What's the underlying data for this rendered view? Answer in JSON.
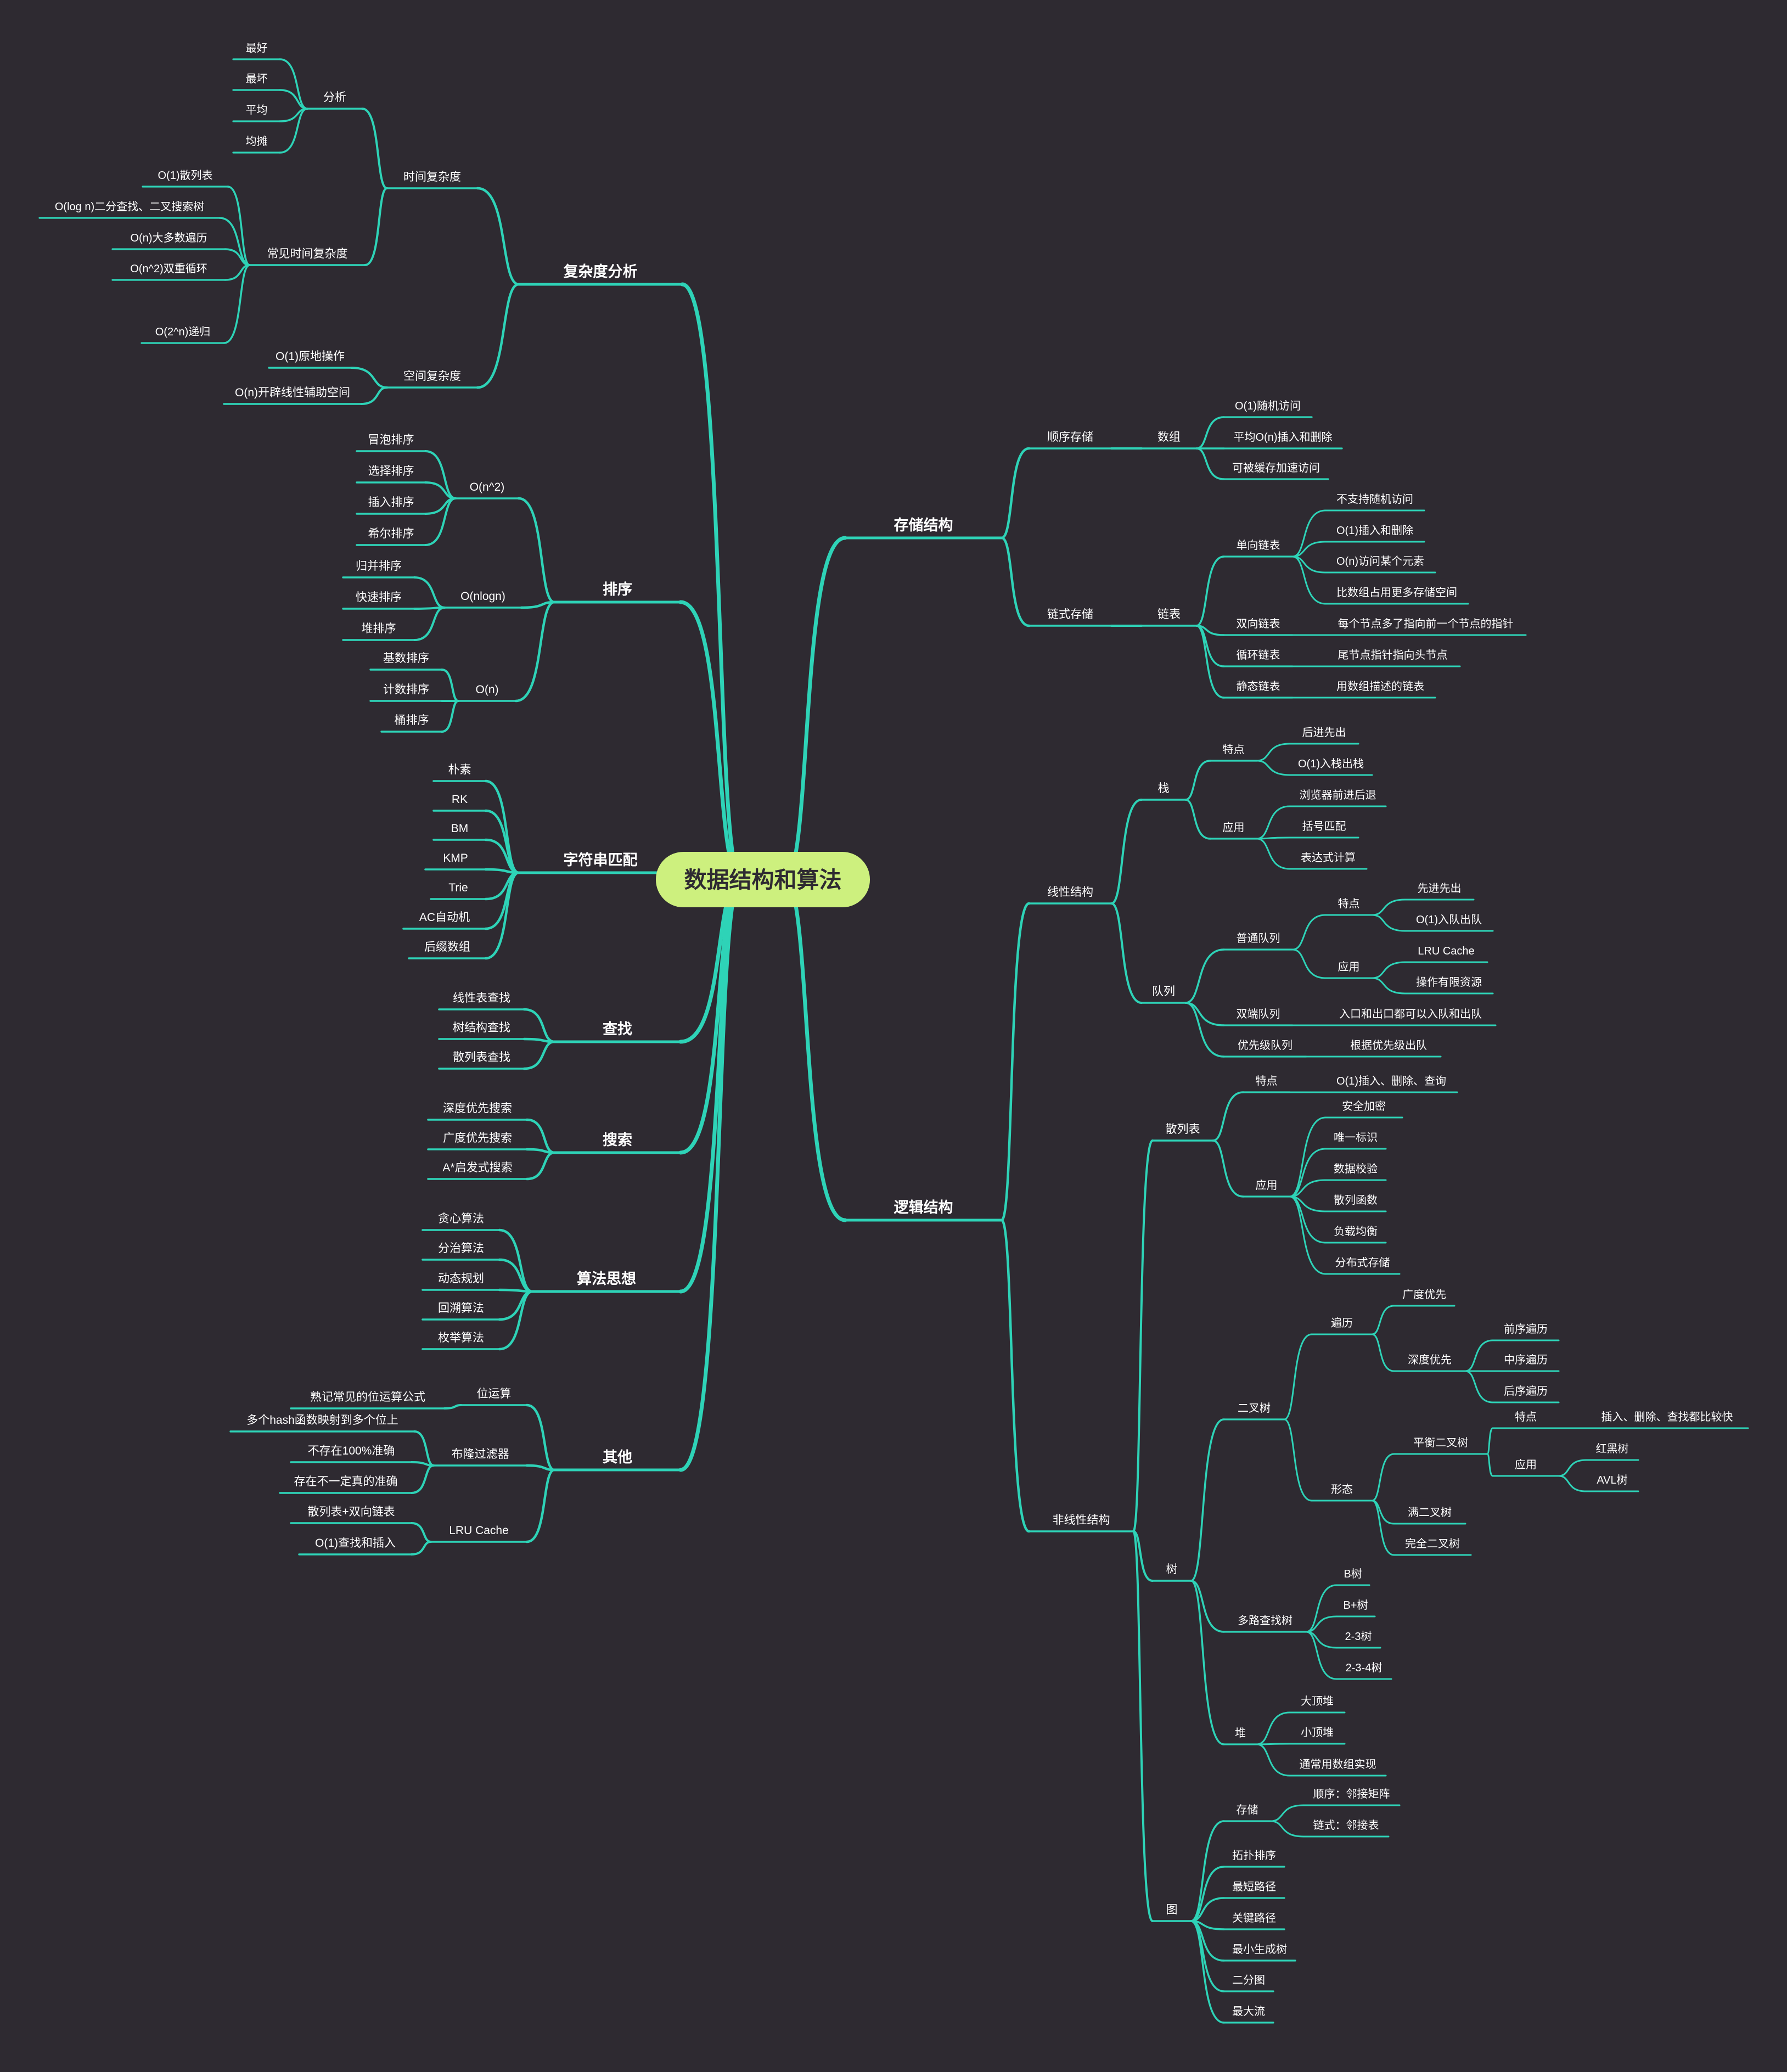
{
  "title": "数据结构和算法",
  "colors": {
    "background": "#2e2a31",
    "branch": "#2ed3b7",
    "root_fill": "#cdf07e",
    "root_text": "#2e2a31",
    "text": "#ffffff"
  },
  "nodes": [
    {
      "id": "n1",
      "text": "复杂度分析",
      "parent": "root"
    },
    {
      "id": "n1a",
      "text": "时间复杂度",
      "parent": "n1"
    },
    {
      "id": "n1a1",
      "text": "分析",
      "parent": "n1a"
    },
    {
      "id": "n1a1a",
      "text": "最好",
      "parent": "n1a1"
    },
    {
      "id": "n1a1b",
      "text": "最坏",
      "parent": "n1a1"
    },
    {
      "id": "n1a1c",
      "text": "平均",
      "parent": "n1a1"
    },
    {
      "id": "n1a1d",
      "text": "均摊",
      "parent": "n1a1"
    },
    {
      "id": "n1a2",
      "text": "常见时间复杂度",
      "parent": "n1a"
    },
    {
      "id": "n1a2a",
      "text": "O(1)散列表",
      "parent": "n1a2"
    },
    {
      "id": "n1a2b",
      "text": "O(log n)二分查找、二叉搜索树",
      "parent": "n1a2"
    },
    {
      "id": "n1a2c",
      "text": "O(n)大多数遍历",
      "parent": "n1a2"
    },
    {
      "id": "n1a2d",
      "text": "O(n^2)双重循环",
      "parent": "n1a2"
    },
    {
      "id": "n1a2e",
      "text": "O(2^n)递归",
      "parent": "n1a2"
    },
    {
      "id": "n1b",
      "text": "空间复杂度",
      "parent": "n1"
    },
    {
      "id": "n1b1",
      "text": "O(1)原地操作",
      "parent": "n1b"
    },
    {
      "id": "n1b2",
      "text": "O(n)开辟线性辅助空间",
      "parent": "n1b"
    },
    {
      "id": "n2",
      "text": "排序",
      "parent": "root"
    },
    {
      "id": "n2a",
      "text": "O(n^2)",
      "parent": "n2"
    },
    {
      "id": "n2a1",
      "text": "冒泡排序",
      "parent": "n2a"
    },
    {
      "id": "n2a2",
      "text": "选择排序",
      "parent": "n2a"
    },
    {
      "id": "n2a3",
      "text": "插入排序",
      "parent": "n2a"
    },
    {
      "id": "n2a4",
      "text": "希尔排序",
      "parent": "n2a"
    },
    {
      "id": "n2b",
      "text": "O(nlogn)",
      "parent": "n2"
    },
    {
      "id": "n2b1",
      "text": "归并排序",
      "parent": "n2b"
    },
    {
      "id": "n2b2",
      "text": "快速排序",
      "parent": "n2b"
    },
    {
      "id": "n2b3",
      "text": "堆排序",
      "parent": "n2b"
    },
    {
      "id": "n2c",
      "text": "O(n)",
      "parent": "n2"
    },
    {
      "id": "n2c1",
      "text": "基数排序",
      "parent": "n2c"
    },
    {
      "id": "n2c2",
      "text": "计数排序",
      "parent": "n2c"
    },
    {
      "id": "n2c3",
      "text": "桶排序",
      "parent": "n2c"
    },
    {
      "id": "n3",
      "text": "字符串匹配",
      "parent": "root"
    },
    {
      "id": "n3a",
      "text": "朴素",
      "parent": "n3"
    },
    {
      "id": "n3b",
      "text": "RK",
      "parent": "n3"
    },
    {
      "id": "n3c",
      "text": "BM",
      "parent": "n3"
    },
    {
      "id": "n3d",
      "text": "KMP",
      "parent": "n3"
    },
    {
      "id": "n3e",
      "text": "Trie",
      "parent": "n3"
    },
    {
      "id": "n3f",
      "text": "AC自动机",
      "parent": "n3"
    },
    {
      "id": "n3g",
      "text": "后缀数组",
      "parent": "n3"
    },
    {
      "id": "n4",
      "text": "查找",
      "parent": "root"
    },
    {
      "id": "n4a",
      "text": "线性表查找",
      "parent": "n4"
    },
    {
      "id": "n4b",
      "text": "树结构查找",
      "parent": "n4"
    },
    {
      "id": "n4c",
      "text": "散列表查找",
      "parent": "n4"
    },
    {
      "id": "n5",
      "text": "搜索",
      "parent": "root"
    },
    {
      "id": "n5a",
      "text": "深度优先搜索",
      "parent": "n5"
    },
    {
      "id": "n5b",
      "text": "广度优先搜索",
      "parent": "n5"
    },
    {
      "id": "n5c",
      "text": "A*启发式搜索",
      "parent": "n5"
    },
    {
      "id": "n6",
      "text": "算法思想",
      "parent": "root"
    },
    {
      "id": "n6a",
      "text": "贪心算法",
      "parent": "n6"
    },
    {
      "id": "n6b",
      "text": "分治算法",
      "parent": "n6"
    },
    {
      "id": "n6c",
      "text": "动态规划",
      "parent": "n6"
    },
    {
      "id": "n6d",
      "text": "回溯算法",
      "parent": "n6"
    },
    {
      "id": "n6e",
      "text": "枚举算法",
      "parent": "n6"
    },
    {
      "id": "n7",
      "text": "其他",
      "parent": "root"
    },
    {
      "id": "n7a",
      "text": "位运算",
      "parent": "n7"
    },
    {
      "id": "n7a1",
      "text": "熟记常见的位运算公式",
      "parent": "n7a"
    },
    {
      "id": "n7b",
      "text": "布隆过滤器",
      "parent": "n7"
    },
    {
      "id": "n7b1",
      "text": "多个hash函数映射到多个位上",
      "parent": "n7b"
    },
    {
      "id": "n7b2",
      "text": "不存在100%准确",
      "parent": "n7b"
    },
    {
      "id": "n7b3",
      "text": "存在不一定真的准确",
      "parent": "n7b"
    },
    {
      "id": "n7c",
      "text": "LRU Cache",
      "parent": "n7"
    },
    {
      "id": "n7c1",
      "text": "散列表+双向链表",
      "parent": "n7c"
    },
    {
      "id": "n7c2",
      "text": "O(1)查找和插入",
      "parent": "n7c"
    },
    {
      "id": "r1",
      "text": "存储结构",
      "parent": "root"
    },
    {
      "id": "r1a",
      "text": "顺序存储",
      "parent": "r1"
    },
    {
      "id": "r1a1",
      "text": "数组",
      "parent": "r1a"
    },
    {
      "id": "r1a1a",
      "text": "O(1)随机访问",
      "parent": "r1a1"
    },
    {
      "id": "r1a1b",
      "text": "平均O(n)插入和删除",
      "parent": "r1a1"
    },
    {
      "id": "r1a1c",
      "text": "可被缓存加速访问",
      "parent": "r1a1"
    },
    {
      "id": "r1b",
      "text": "链式存储",
      "parent": "r1"
    },
    {
      "id": "r1b1",
      "text": "链表",
      "parent": "r1b"
    },
    {
      "id": "r1b1a",
      "text": "单向链表",
      "parent": "r1b1"
    },
    {
      "id": "r1b1a1",
      "text": "不支持随机访问",
      "parent": "r1b1a"
    },
    {
      "id": "r1b1a2",
      "text": "O(1)插入和删除",
      "parent": "r1b1a"
    },
    {
      "id": "r1b1a3",
      "text": "O(n)访问某个元素",
      "parent": "r1b1a"
    },
    {
      "id": "r1b1a4",
      "text": "比数组占用更多存储空间",
      "parent": "r1b1a"
    },
    {
      "id": "r1b1b",
      "text": "双向链表",
      "parent": "r1b1"
    },
    {
      "id": "r1b1b1",
      "text": "每个节点多了指向前一个节点的指针",
      "parent": "r1b1b"
    },
    {
      "id": "r1b1c",
      "text": "循环链表",
      "parent": "r1b1"
    },
    {
      "id": "r1b1c1",
      "text": "尾节点指针指向头节点",
      "parent": "r1b1c"
    },
    {
      "id": "r1b1d",
      "text": "静态链表",
      "parent": "r1b1"
    },
    {
      "id": "r1b1d1",
      "text": "用数组描述的链表",
      "parent": "r1b1d"
    },
    {
      "id": "r2",
      "text": "逻辑结构",
      "parent": "root"
    },
    {
      "id": "r2a",
      "text": "线性结构",
      "parent": "r2"
    },
    {
      "id": "r2a1",
      "text": "栈",
      "parent": "r2a"
    },
    {
      "id": "r2a1a",
      "text": "特点",
      "parent": "r2a1"
    },
    {
      "id": "r2a1a1",
      "text": "后进先出",
      "parent": "r2a1a"
    },
    {
      "id": "r2a1a2",
      "text": "O(1)入栈出栈",
      "parent": "r2a1a"
    },
    {
      "id": "r2a1b",
      "text": "应用",
      "parent": "r2a1"
    },
    {
      "id": "r2a1b1",
      "text": "浏览器前进后退",
      "parent": "r2a1b"
    },
    {
      "id": "r2a1b2",
      "text": "括号匹配",
      "parent": "r2a1b"
    },
    {
      "id": "r2a1b3",
      "text": "表达式计算",
      "parent": "r2a1b"
    },
    {
      "id": "r2a2",
      "text": "队列",
      "parent": "r2a"
    },
    {
      "id": "r2a2a",
      "text": "普通队列",
      "parent": "r2a2"
    },
    {
      "id": "r2a2a1",
      "text": "特点",
      "parent": "r2a2a"
    },
    {
      "id": "r2a2a1a",
      "text": "先进先出",
      "parent": "r2a2a1"
    },
    {
      "id": "r2a2a1b",
      "text": "O(1)入队出队",
      "parent": "r2a2a1"
    },
    {
      "id": "r2a2a2",
      "text": "应用",
      "parent": "r2a2a"
    },
    {
      "id": "r2a2a2a",
      "text": "LRU Cache",
      "parent": "r2a2a2"
    },
    {
      "id": "r2a2a2b",
      "text": "操作有限资源",
      "parent": "r2a2a2"
    },
    {
      "id": "r2a2b",
      "text": "双端队列",
      "parent": "r2a2"
    },
    {
      "id": "r2a2b1",
      "text": "入口和出口都可以入队和出队",
      "parent": "r2a2b"
    },
    {
      "id": "r2a2c",
      "text": "优先级队列",
      "parent": "r2a2"
    },
    {
      "id": "r2a2c1",
      "text": "根据优先级出队",
      "parent": "r2a2c"
    },
    {
      "id": "r2b",
      "text": "非线性结构",
      "parent": "r2"
    },
    {
      "id": "r2b1",
      "text": "散列表",
      "parent": "r2b"
    },
    {
      "id": "r2b1a",
      "text": "特点",
      "parent": "r2b1"
    },
    {
      "id": "r2b1a1",
      "text": "O(1)插入、删除、查询",
      "parent": "r2b1a"
    },
    {
      "id": "r2b1b",
      "text": "应用",
      "parent": "r2b1"
    },
    {
      "id": "r2b1b1",
      "text": "安全加密",
      "parent": "r2b1b"
    },
    {
      "id": "r2b1b2",
      "text": "唯一标识",
      "parent": "r2b1b"
    },
    {
      "id": "r2b1b3",
      "text": "数据校验",
      "parent": "r2b1b"
    },
    {
      "id": "r2b1b4",
      "text": "散列函数",
      "parent": "r2b1b"
    },
    {
      "id": "r2b1b5",
      "text": "负载均衡",
      "parent": "r2b1b"
    },
    {
      "id": "r2b1b6",
      "text": "分布式存储",
      "parent": "r2b1b"
    },
    {
      "id": "r2b2",
      "text": "树",
      "parent": "r2b"
    },
    {
      "id": "r2b2a",
      "text": "二叉树",
      "parent": "r2b2"
    },
    {
      "id": "r2b2a1",
      "text": "遍历",
      "parent": "r2b2a"
    },
    {
      "id": "r2b2a1a",
      "text": "广度优先",
      "parent": "r2b2a1"
    },
    {
      "id": "r2b2a1b",
      "text": "深度优先",
      "parent": "r2b2a1"
    },
    {
      "id": "r2b2a1b1",
      "text": "前序遍历",
      "parent": "r2b2a1b"
    },
    {
      "id": "r2b2a1b2",
      "text": "中序遍历",
      "parent": "r2b2a1b"
    },
    {
      "id": "r2b2a1b3",
      "text": "后序遍历",
      "parent": "r2b2a1b"
    },
    {
      "id": "r2b2a2",
      "text": "形态",
      "parent": "r2b2a"
    },
    {
      "id": "r2b2a2a",
      "text": "平衡二叉树",
      "parent": "r2b2a2"
    },
    {
      "id": "r2b2a2a1",
      "text": "特点",
      "parent": "r2b2a2a"
    },
    {
      "id": "r2b2a2a1a",
      "text": "插入、删除、查找都比较快",
      "parent": "r2b2a2a1"
    },
    {
      "id": "r2b2a2a2",
      "text": "应用",
      "parent": "r2b2a2a"
    },
    {
      "id": "r2b2a2a2a",
      "text": "红黑树",
      "parent": "r2b2a2a2"
    },
    {
      "id": "r2b2a2a2b",
      "text": "AVL树",
      "parent": "r2b2a2a2"
    },
    {
      "id": "r2b2a2b",
      "text": "满二叉树",
      "parent": "r2b2a2"
    },
    {
      "id": "r2b2a2c",
      "text": "完全二叉树",
      "parent": "r2b2a2"
    },
    {
      "id": "r2b2b",
      "text": "多路查找树",
      "parent": "r2b2"
    },
    {
      "id": "r2b2b1",
      "text": "B树",
      "parent": "r2b2b"
    },
    {
      "id": "r2b2b2",
      "text": "B+树",
      "parent": "r2b2b"
    },
    {
      "id": "r2b2b3",
      "text": "2-3树",
      "parent": "r2b2b"
    },
    {
      "id": "r2b2b4",
      "text": "2-3-4树",
      "parent": "r2b2b"
    },
    {
      "id": "r2b2c",
      "text": "堆",
      "parent": "r2b2"
    },
    {
      "id": "r2b2c1",
      "text": "大顶堆",
      "parent": "r2b2c"
    },
    {
      "id": "r2b2c2",
      "text": "小顶堆",
      "parent": "r2b2c"
    },
    {
      "id": "r2b2c3",
      "text": "通常用数组实现",
      "parent": "r2b2c"
    },
    {
      "id": "r2b3",
      "text": "图",
      "parent": "r2b"
    },
    {
      "id": "r2b3a",
      "text": "存储",
      "parent": "r2b3"
    },
    {
      "id": "r2b3a1",
      "text": "顺序：邻接矩阵",
      "parent": "r2b3a"
    },
    {
      "id": "r2b3a2",
      "text": "链式：邻接表",
      "parent": "r2b3a"
    },
    {
      "id": "r2b3b",
      "text": "拓扑排序",
      "parent": "r2b3"
    },
    {
      "id": "r2b3c",
      "text": "最短路径",
      "parent": "r2b3"
    },
    {
      "id": "r2b3d",
      "text": "关键路径",
      "parent": "r2b3"
    },
    {
      "id": "r2b3e",
      "text": "最小生成树",
      "parent": "r2b3"
    },
    {
      "id": "r2b3f",
      "text": "二分图",
      "parent": "r2b3"
    },
    {
      "id": "r2b3g",
      "text": "最大流",
      "parent": "r2b3"
    }
  ]
}
